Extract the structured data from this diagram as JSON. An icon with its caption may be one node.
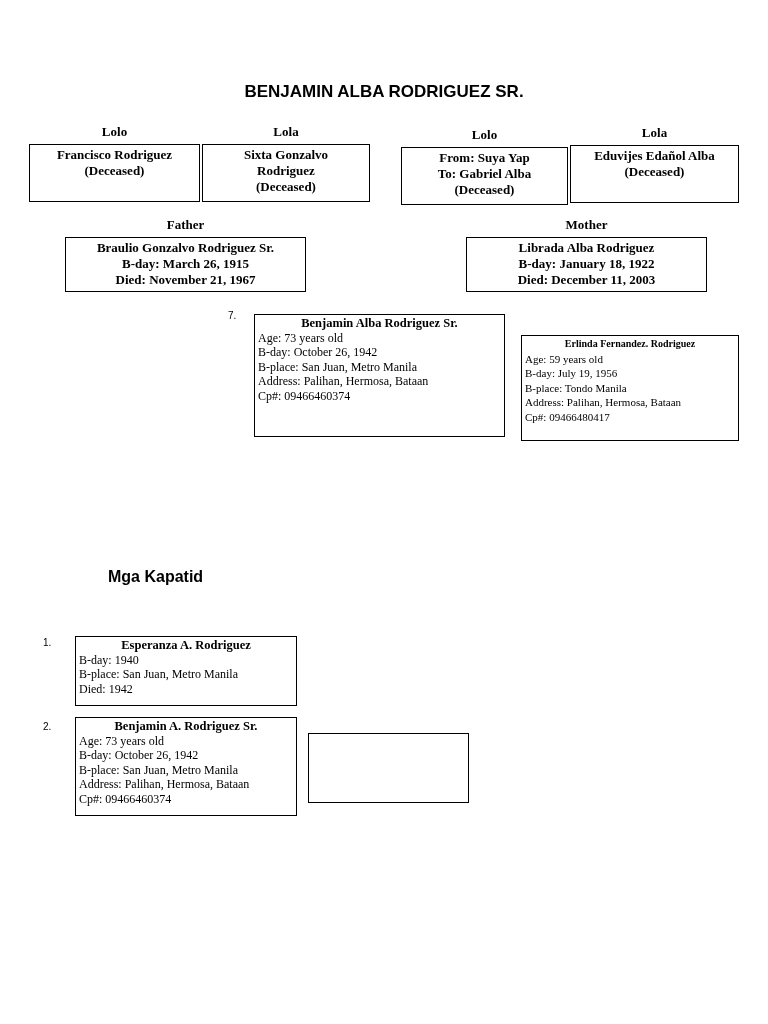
{
  "diagram": {
    "title": "BENJAMIN ALBA RODRIGUEZ SR.",
    "nodes": [
      {
        "text": [
          "Lolo",
          "Francisco Rodriguez",
          "(Deceased)"
        ]
      },
      {
        "text": [
          "Lola",
          "Sixta Gonzalvo Rodriguez",
          "(Deceased)"
        ]
      },
      {
        "text": [
          "Lolo",
          "From: Suya Yap",
          "To: Gabriel Alba",
          "(Deceased)"
        ]
      },
      {
        "text": [
          "Lola",
          "Eduvijes Edañol Alba",
          "(Deceased)"
        ]
      },
      {
        "text": [
          "Father",
          "Braulio Gonzalvo Rodriguez Sr.",
          "B-day: March 26, 1915",
          "Died: November 21, 1967"
        ]
      },
      {
        "text": [
          "Mother",
          "Librada Alba Rodriguez",
          "B-day: January 18, 1922",
          "Died: December 11, 2003"
        ]
      },
      {
        "text": [
          "Benjamin Alba Rodriguez Sr.",
          "Age: 73 years old",
          "B-day: October 26, 1942",
          "B-place: San Juan, Metro Manila",
          "Address: Palihan, Hermosa, Bataan",
          "Cp#: 09466460374"
        ],
        "beside": [
          "7."
        ]
      },
      {
        "text": [
          "Erlinda Fernandez. Rodriguez",
          "Age: 59 years old",
          "B-day: July 19, 1956",
          "B-place: Tondo Manila",
          "Address: Palihan, Hermosa, Bataan",
          "Cp#: 09466480417"
        ]
      },
      {
        "text": [
          "Esperanza A. Rodriguez",
          "B-day: 1940",
          "B-place: San Juan, Metro Manila",
          "Died: 1942"
        ],
        "beside": [
          "1."
        ]
      },
      {
        "text": [
          "Benjamin A. Rodriguez Sr.",
          "Age: 73 years old",
          "B-day: October 26, 1942",
          "B-place: San Juan, Metro Manila",
          "Address: Palihan, Hermosa, Bataan",
          "Cp#: 09466460374"
        ],
        "beside": [
          "2."
        ]
      },
      {
        "text": [],
        "shape": "box"
      }
    ],
    "labels": [
      "Mga Kapatid"
    ]
  }
}
